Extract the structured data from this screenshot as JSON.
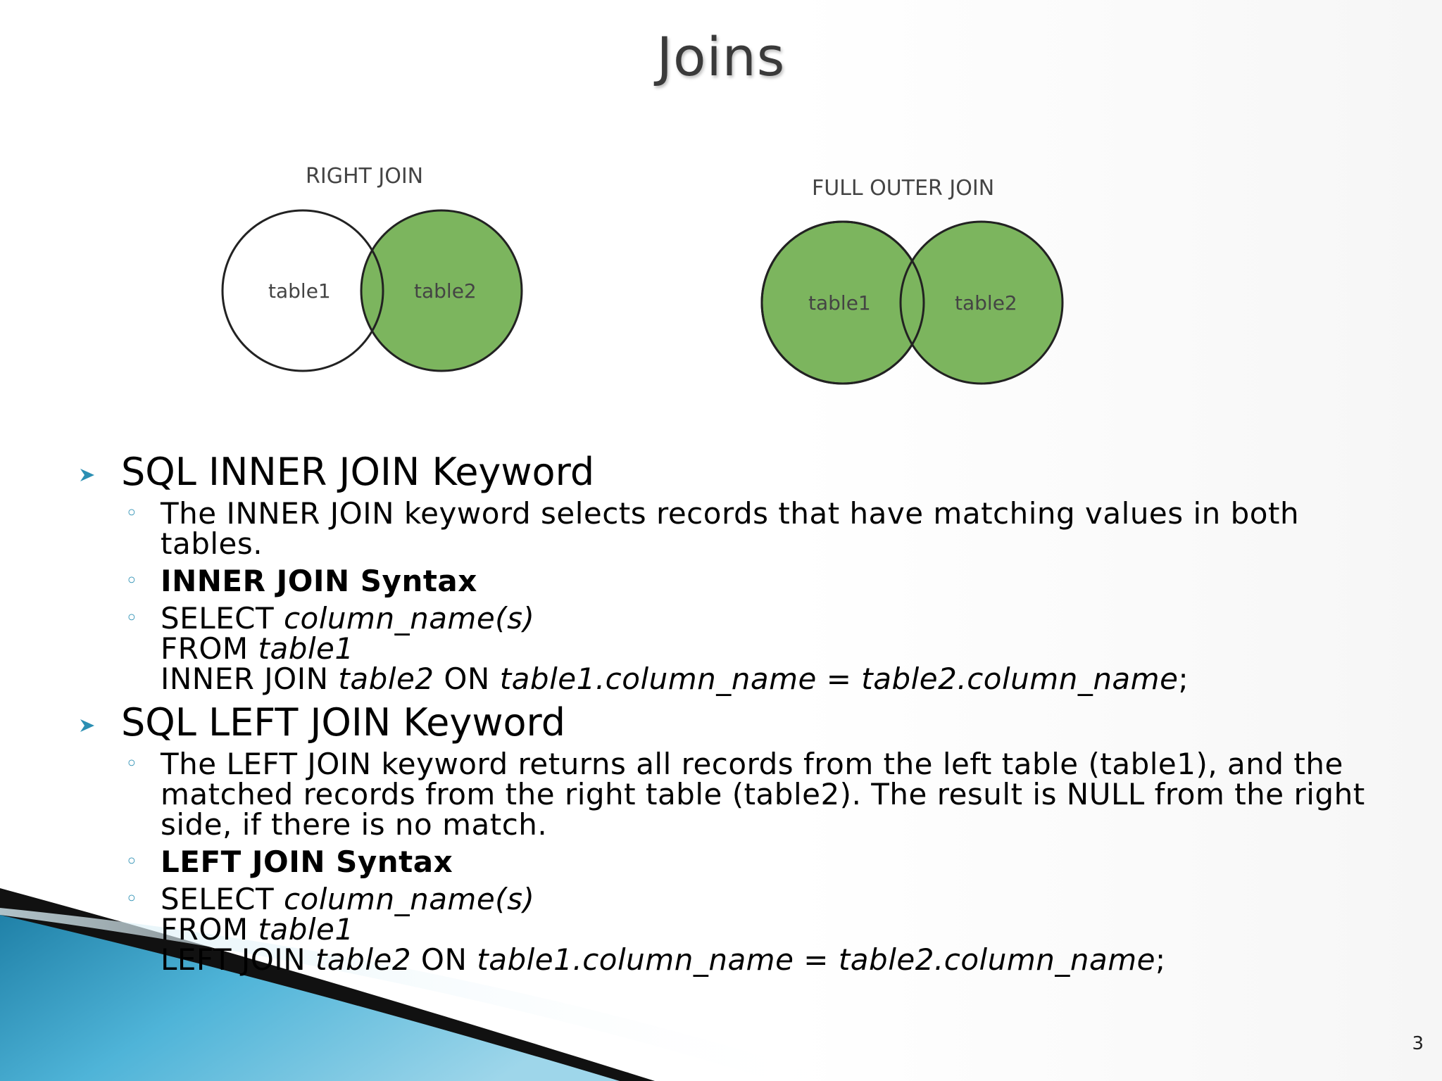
{
  "slide": {
    "title": "Joins",
    "page_number": "3",
    "accent_color": "#2b8fb3",
    "venn_fill_color": "#7cb55e"
  },
  "diagrams": [
    {
      "title": "RIGHT JOIN",
      "left_label": "table1",
      "right_label": "table2"
    },
    {
      "title": "FULL OUTER JOIN",
      "left_label": "table1",
      "right_label": "table2"
    }
  ],
  "sections": [
    {
      "heading": "SQL INNER JOIN Keyword",
      "description": "The INNER JOIN keyword selects records that have matching values in both tables.",
      "syntax_heading": "INNER JOIN Syntax",
      "syntax": {
        "select_kw": "SELECT ",
        "select_arg": "column_name(s)",
        "from_kw": "FROM ",
        "from_arg": "table1",
        "join_kw": "INNER JOIN ",
        "join_table": "table2",
        "on_kw": " ON ",
        "condition": "table1.column_name = table2.column_name",
        "end": ";"
      }
    },
    {
      "heading": "SQL LEFT JOIN Keyword",
      "description": "The LEFT JOIN keyword returns all records from the left table (table1), and the matched records from the right table (table2). The result is NULL from the right side, if there is no match.",
      "syntax_heading": "LEFT JOIN Syntax",
      "syntax": {
        "select_kw": "SELECT ",
        "select_arg": "column_name(s)",
        "from_kw": "FROM ",
        "from_arg": "table1",
        "join_kw": "LEFT JOIN ",
        "join_table": "table2",
        "on_kw": " ON ",
        "condition": "table1.column_name = table2.column_name",
        "end": ";"
      }
    }
  ]
}
